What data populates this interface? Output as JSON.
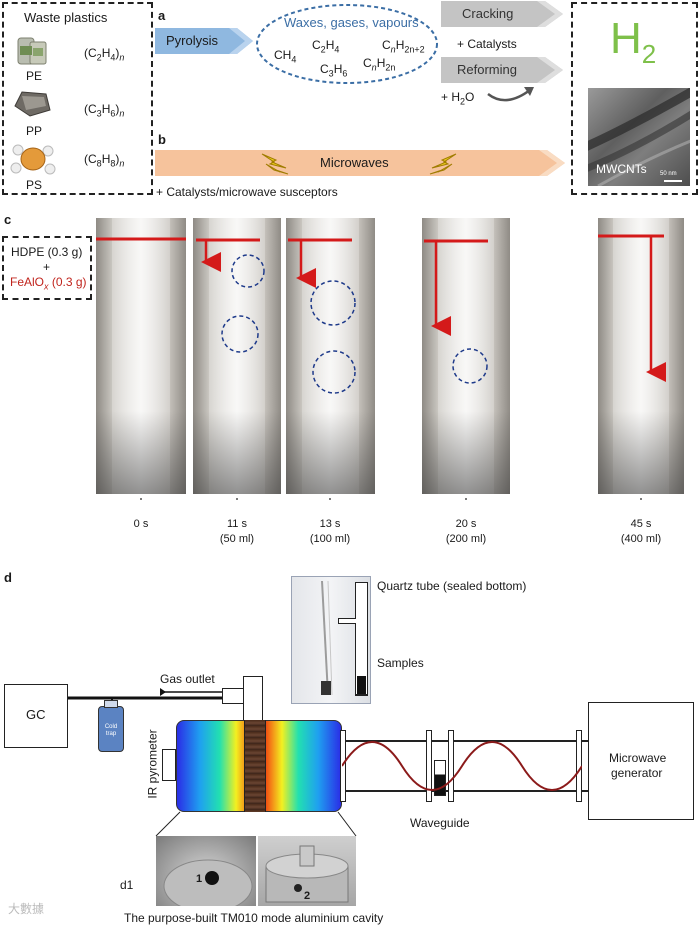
{
  "panel_a": {
    "letter": "a",
    "waste_title": "Waste plastics",
    "plastics": [
      {
        "name": "PE",
        "formula_main": "(C",
        "sub1": "2",
        "mid": "H",
        "sub2": "4",
        "end": ")",
        "n": "n"
      },
      {
        "name": "PP",
        "formula_main": "(C",
        "sub1": "3",
        "mid": "H",
        "sub2": "6",
        "end": ")",
        "n": "n"
      },
      {
        "name": "PS",
        "formula_main": "(C",
        "sub1": "8",
        "mid": "H",
        "sub2": "8",
        "end": ")",
        "n": "n"
      }
    ],
    "pyrolysis": "Pyrolysis",
    "ellipse_title": "Waxes, gases, vapours",
    "ch4": "CH",
    "ch4_sub": "4",
    "c2h4_c": "C",
    "c2h4_s1": "2",
    "c2h4_h": "H",
    "c2h4_s2": "4",
    "cnh_c": "C",
    "cnh_n": "n",
    "cnh_h": "H",
    "cnh_sub": "2n+2",
    "c3h6_c": "C",
    "c3h6_s1": "3",
    "c3h6_h": "H",
    "c3h6_s2": "6",
    "cnh2n_c": "C",
    "cnh2n_n": "n",
    "cnh2n_h": "H",
    "cnh2n_sub": "2n",
    "cracking": "Cracking",
    "catalysts": "+ Catalysts",
    "reforming": "Reforming",
    "water": "+ H",
    "water_sub": "2",
    "water_end": "O",
    "h2_main": "H",
    "h2_sub": "2",
    "mwcnts": "MWCNTs",
    "scale": "50 nm"
  },
  "panel_b": {
    "letter": "b",
    "microwaves": "Microwaves",
    "susceptors": "+ Catalysts/microwave susceptors"
  },
  "panel_c": {
    "letter": "c",
    "sample_line1": "HDPE (0.3 g)",
    "sample_plus": "+",
    "sample_line2a": "FeAlO",
    "sample_line2x": "x",
    "sample_line2b": " (0.3 g)",
    "times": [
      {
        "t": "0 s",
        "v": ""
      },
      {
        "t": "11 s",
        "v": "(50 ml)"
      },
      {
        "t": "13 s",
        "v": "(100 ml)"
      },
      {
        "t": "20 s",
        "v": "(200 ml)"
      },
      {
        "t": "45 s",
        "v": "(400 ml)"
      }
    ]
  },
  "panel_d": {
    "letter": "d",
    "quartz": "Quartz tube (sealed bottom)",
    "samples": "Samples",
    "gas_outlet": "Gas outlet",
    "gc": "GC",
    "cold_trap": "Cold trap",
    "ir": "IR pyrometer",
    "waveguide": "Waveguide",
    "generator_line1": "Microwave",
    "generator_line2": "generator",
    "d1": "d1",
    "num1": "1",
    "num2": "2",
    "caption": "The purpose-built TM010 mode aluminium cavity",
    "watermark": "大數據"
  },
  "colors": {
    "pyrolysis_blue": "#8fb8e0",
    "gray_chevron": "#c4c4c4",
    "microwave_orange": "#f6c39c",
    "h2_green": "#7ec04a",
    "red_arrow": "#d41a1a",
    "dark_red_wave": "#8b1a1a",
    "ellipse_blue": "#3b6ea5"
  }
}
